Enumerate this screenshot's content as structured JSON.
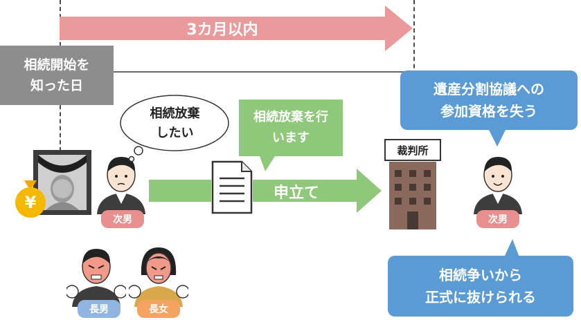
{
  "period": {
    "label": "3カ月以内",
    "color": "#ea9a9a"
  },
  "start_box": {
    "line1": "相続開始を",
    "line2": "知った日"
  },
  "speech": {
    "line1": "相続放棄",
    "line2": "したい"
  },
  "filing_note": {
    "line1": "相続放棄を行",
    "line2": "います"
  },
  "apply_label": "申立て",
  "court_sign": "裁判所",
  "lose_box": {
    "line1": "遺産分割協議への",
    "line2": "参加資格を失う"
  },
  "escape_box": {
    "line1": "相続争いから",
    "line2": "正式に抜けられる"
  },
  "people": {
    "second_son_left": "次男",
    "second_son_right": "次男",
    "eldest_son": "長男",
    "eldest_daughter": "長女"
  },
  "money_symbol": "¥",
  "colors": {
    "green": "#8fc87a",
    "blue": "#5b9bd5",
    "gray": "#8d8d8d",
    "pink": "#e88f8f",
    "building": "#8a6a5d"
  }
}
